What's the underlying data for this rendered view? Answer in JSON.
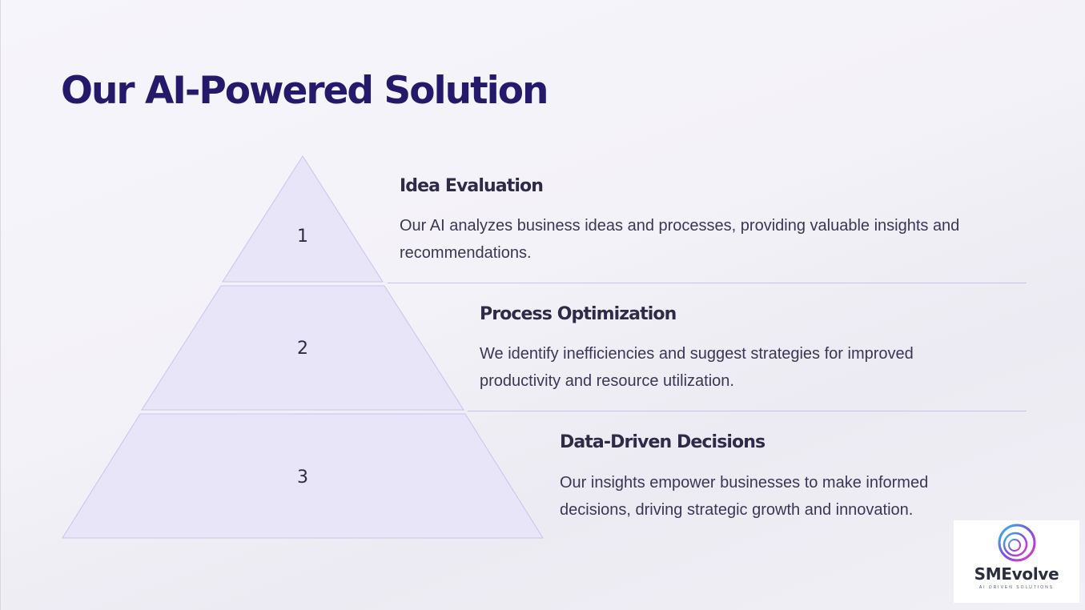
{
  "slide": {
    "title": "Our AI-Powered Solution"
  },
  "pyramid": {
    "fill": "#e8e5f8",
    "stroke": "#c9c3ec",
    "levels": [
      {
        "number": "1",
        "heading": "Idea Evaluation",
        "description": "Our AI analyzes business ideas and processes, providing valuable insights and recommendations."
      },
      {
        "number": "2",
        "heading": "Process Optimization",
        "description": "We identify inefficiencies and suggest strategies for improved productivity and resource utilization."
      },
      {
        "number": "3",
        "heading": "Data-Driven Decisions",
        "description": "Our insights empower businesses to make informed decisions, driving strategic growth and innovation."
      }
    ]
  },
  "logo": {
    "name": "SMEvolve",
    "tagline": "AI DRIVEN SOLUTIONS",
    "icon": "concentric-ring-logo-icon",
    "gradient_colors": [
      "#2fc0e8",
      "#7b4fe0",
      "#e636c8"
    ]
  },
  "colors": {
    "title": "#24196a",
    "text": "#3a3754",
    "divider": "#c7c2e6"
  }
}
